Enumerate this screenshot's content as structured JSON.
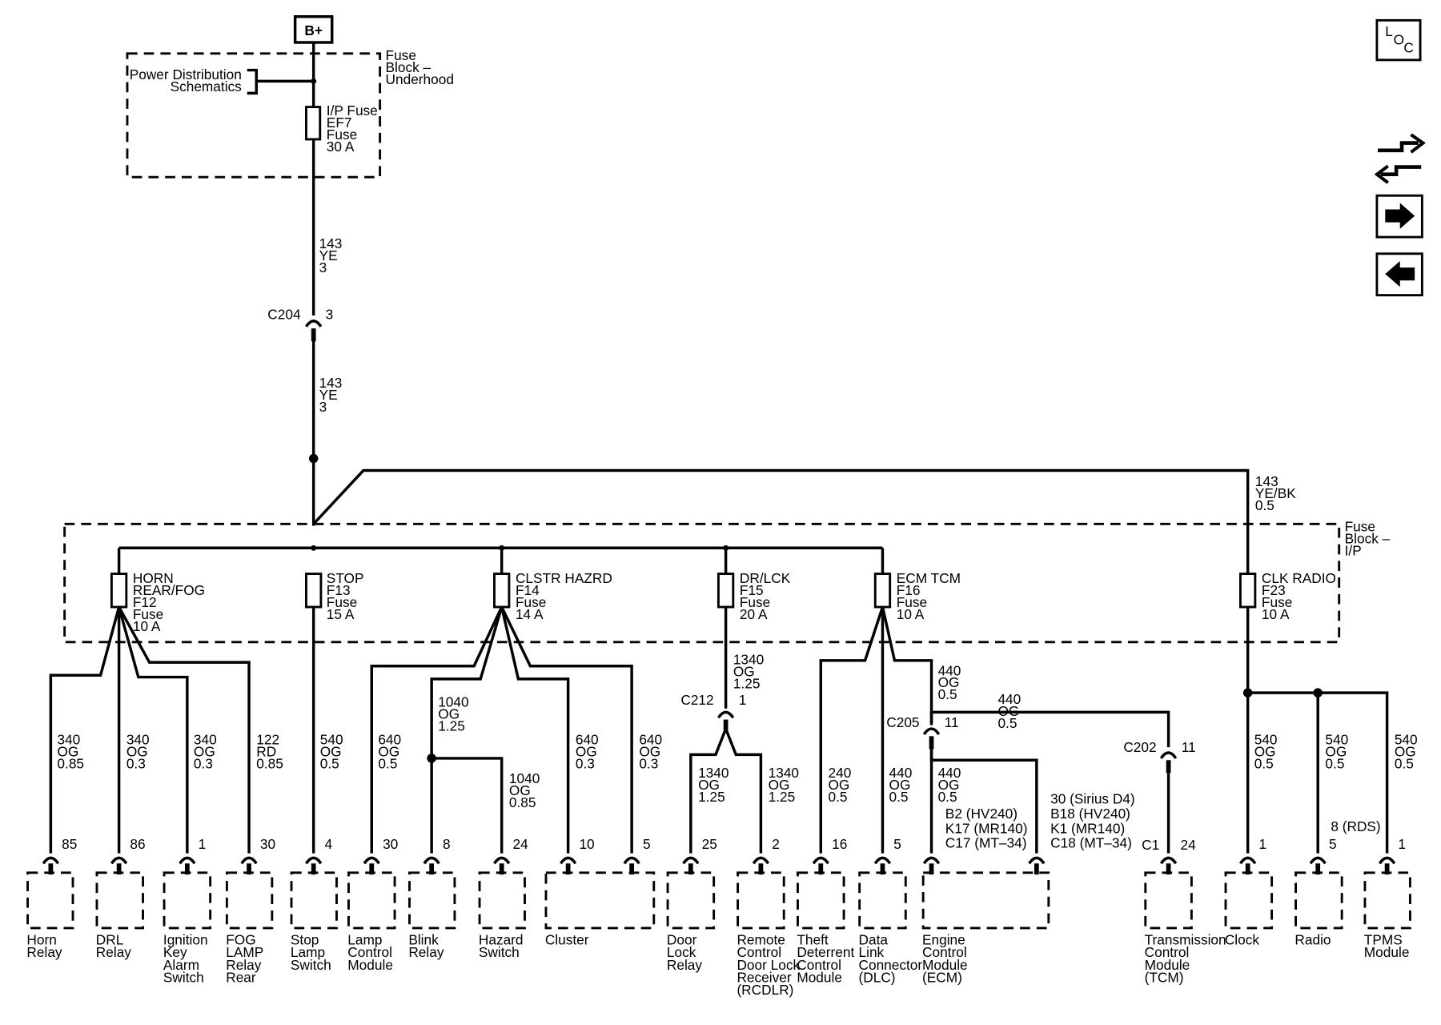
{
  "battery": "B+",
  "underhood": {
    "block": [
      "Fuse",
      "Block –",
      "Underhood"
    ],
    "ref": [
      "Power Distribution",
      "Schematics"
    ],
    "fuse": [
      "I/P Fuse",
      "EF7",
      "Fuse",
      "30 A"
    ]
  },
  "wire_main_1": [
    "143",
    "YE",
    "3"
  ],
  "c204": {
    "name": "C204",
    "pin": "3"
  },
  "wire_main_2": [
    "143",
    "YE",
    "3"
  ],
  "wire_ye_bk": [
    "143",
    "YE/BK",
    "0.5"
  ],
  "ip_block": [
    "Fuse",
    "Block –",
    "I/P"
  ],
  "fuses": [
    {
      "lines": [
        "HORN",
        "REAR/FOG",
        "F12",
        "Fuse",
        "10 A"
      ]
    },
    {
      "lines": [
        "STOP",
        "F13",
        "Fuse",
        "15 A"
      ]
    },
    {
      "lines": [
        "CLSTR HAZRD",
        "F14",
        "Fuse",
        "14 A"
      ]
    },
    {
      "lines": [
        "DR/LCK",
        "F15",
        "Fuse",
        "20 A"
      ]
    },
    {
      "lines": [
        "ECM TCM",
        "F16",
        "Fuse",
        "10 A"
      ]
    },
    {
      "lines": [
        "CLK RADIO",
        "F23",
        "Fuse",
        "10 A"
      ]
    }
  ],
  "wires": [
    {
      "id": "horn",
      "lines": [
        "340",
        "OG",
        "0.85"
      ]
    },
    {
      "id": "drl",
      "lines": [
        "340",
        "OG",
        "0.3"
      ]
    },
    {
      "id": "ign",
      "lines": [
        "340",
        "OG",
        "0.3"
      ]
    },
    {
      "id": "fog",
      "lines": [
        "122",
        "RD",
        "0.85"
      ]
    },
    {
      "id": "stop",
      "lines": [
        "540",
        "OG",
        "0.5"
      ]
    },
    {
      "id": "lamp",
      "lines": [
        "640",
        "OG",
        "0.5"
      ]
    },
    {
      "id": "blink",
      "lines": [
        "1040",
        "OG",
        "1.25"
      ]
    },
    {
      "id": "hazard",
      "lines": [
        "1040",
        "OG",
        "0.85"
      ]
    },
    {
      "id": "cl24",
      "lines": [
        "640",
        "OG",
        "0.3"
      ]
    },
    {
      "id": "cl10",
      "lines": [
        "640",
        "OG",
        "0.3"
      ]
    },
    {
      "id": "drlck",
      "lines": [
        "1340",
        "OG",
        "1.25"
      ]
    },
    {
      "id": "door",
      "lines": [
        "1340",
        "OG",
        "1.25"
      ]
    },
    {
      "id": "rcdlr",
      "lines": [
        "1340",
        "OG",
        "1.25"
      ]
    },
    {
      "id": "theft",
      "lines": [
        "240",
        "OG",
        "0.5"
      ]
    },
    {
      "id": "dlc",
      "lines": [
        "440",
        "OG",
        "0.5"
      ]
    },
    {
      "id": "ecmup",
      "lines": [
        "440",
        "OG",
        "0.5"
      ]
    },
    {
      "id": "tcm",
      "lines": [
        "440",
        "OG",
        "0.5"
      ]
    },
    {
      "id": "ecmdn",
      "lines": [
        "440",
        "OG",
        "0.5"
      ]
    },
    {
      "id": "clock",
      "lines": [
        "540",
        "OG",
        "0.5"
      ]
    },
    {
      "id": "radio",
      "lines": [
        "540",
        "OG",
        "0.5"
      ]
    },
    {
      "id": "tpms",
      "lines": [
        "540",
        "OG",
        "0.5"
      ]
    }
  ],
  "inline_connectors": [
    {
      "name": "C212",
      "pin": "1"
    },
    {
      "name": "C205",
      "pin": "11"
    },
    {
      "name": "C202",
      "pin": "11"
    }
  ],
  "pins": [
    "85",
    "86",
    "1",
    "30",
    "4",
    "30",
    "8",
    "24",
    "10",
    "5",
    "25",
    "2",
    "16",
    "5",
    "1"
  ],
  "ecm_pins": [
    "B2 (HV240)",
    "K17 (MR140)",
    "C17 (MT–34)"
  ],
  "ecm_pins_right": [
    "30 (Sirius D4)",
    "B18 (HV240)",
    "K1 (MR140)",
    "C18 (MT–34)"
  ],
  "tcm_pins": [
    "C1",
    "24"
  ],
  "radio_pin_alt": "8 (RDS)",
  "components": [
    {
      "lines": [
        "Horn",
        "Relay"
      ]
    },
    {
      "lines": [
        "DRL",
        "Relay"
      ]
    },
    {
      "lines": [
        "Ignition",
        "Key",
        "Alarm",
        "Switch"
      ]
    },
    {
      "lines": [
        "FOG",
        "LAMP",
        "Relay",
        "Rear"
      ]
    },
    {
      "lines": [
        "Stop",
        "Lamp",
        "Switch"
      ]
    },
    {
      "lines": [
        "Lamp",
        "Control",
        "Module"
      ]
    },
    {
      "lines": [
        "Blink",
        "Relay"
      ]
    },
    {
      "lines": [
        "Hazard",
        "Switch"
      ]
    },
    {
      "lines": [
        "Cluster"
      ]
    },
    {
      "lines": [
        "Door",
        "Lock",
        "Relay"
      ]
    },
    {
      "lines": [
        "Remote",
        "Control",
        "Door Lock",
        "Receiver",
        "(RCDLR)"
      ]
    },
    {
      "lines": [
        "Theft",
        "Deterrent",
        "Control",
        "Module"
      ]
    },
    {
      "lines": [
        "Data",
        "Link",
        "Connector",
        "(DLC)"
      ]
    },
    {
      "lines": [
        "Engine",
        "Control",
        "Module",
        "(ECM)"
      ]
    },
    {
      "lines": [
        "Transmission",
        "Control",
        "Module",
        "(TCM)"
      ]
    },
    {
      "lines": [
        "Clock"
      ]
    },
    {
      "lines": [
        "Radio"
      ]
    },
    {
      "lines": [
        "TPMS",
        "Module"
      ]
    }
  ],
  "nav": {
    "loc": [
      "L",
      "O",
      "C"
    ],
    "swap_icon": "swap-arrows-icon",
    "next_icon": "arrow-right-icon",
    "prev_icon": "arrow-left-icon"
  }
}
